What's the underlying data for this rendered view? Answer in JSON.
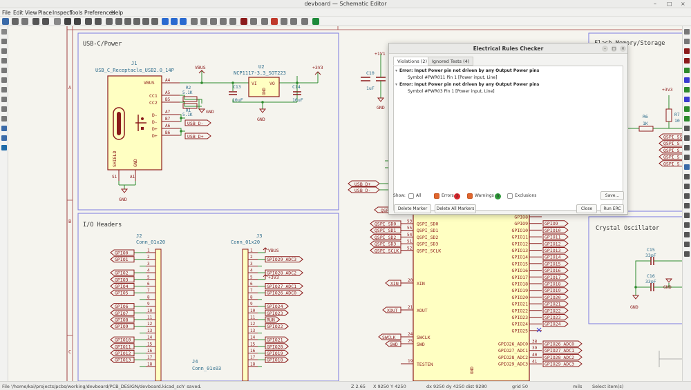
{
  "window": {
    "title": "devboard — Schematic Editor",
    "controls": [
      "–",
      "□",
      "×"
    ]
  },
  "menu": [
    "File",
    "Edit",
    "View",
    "Place",
    "Inspect",
    "Tools",
    "Preferences",
    "Help"
  ],
  "sheet": {
    "row_letters": [
      "A",
      "B",
      "C"
    ],
    "sections": {
      "usb": "USB-C/Power",
      "io": "I/O Headers",
      "flash": "Flash Memory/Storage",
      "crystal": "Crystal Oscillator"
    },
    "j1": {
      "ref": "J1",
      "value": "USB_C_Receptacle_USB2.0_14P",
      "pins_left": [
        "VBUS",
        "CC1",
        "CC2",
        "D-",
        "D-",
        "D+",
        "D+"
      ],
      "pin_numbers": [
        "A4",
        "A5",
        "B5",
        "A7",
        "B7",
        "A6",
        "B6"
      ],
      "shield": "SHIELD",
      "gnd": "GND",
      "s1": "S1",
      "a1": "A1"
    },
    "u2": {
      "ref": "U2",
      "value": "NCP1117-3.3_SOT223",
      "vi": "VI",
      "vo": "VO",
      "gnd": "GND"
    },
    "passives": {
      "r2_ref": "R2",
      "r2_val": "5.1K",
      "r1_ref": "R1",
      "r1_val": "5.1K",
      "c13_ref": "C13",
      "c13_val": "10uF",
      "c14_ref": "C14",
      "c14_val": "10uF",
      "c10_ref": "C10",
      "c10_val": "1uF",
      "r6_ref": "R6",
      "r6_val": "1K",
      "r7_ref": "R7",
      "r7_val": "10",
      "c15_ref": "C15",
      "c15_val": "33pF",
      "c16_ref": "C16",
      "c16_val": "33pF"
    },
    "power": {
      "vbus": "VBUS",
      "v33": "+3V3",
      "v11": "+1V1",
      "gnd": "GND"
    },
    "usb_labels": [
      "USB_D-",
      "USB_D+"
    ],
    "j2": {
      "ref": "J2",
      "value": "Conn_01x20",
      "labels": [
        "GPIO0",
        "GPIO1",
        "",
        "GPIO2",
        "GPIO3",
        "GPIO4",
        "GPIO5",
        "",
        "GPIO6",
        "GPIO7",
        "GPIO8",
        "GPIO9",
        "",
        "GPIO10",
        "GPIO11",
        "GPIO12",
        "GPIO13",
        ""
      ],
      "pins": [
        "1",
        "2",
        "3",
        "4",
        "5",
        "6",
        "7",
        "8",
        "9",
        "10",
        "11",
        "12",
        "13",
        "14",
        "15",
        "16",
        "17",
        "18"
      ]
    },
    "j3": {
      "ref": "J3",
      "value": "Conn_01x20",
      "labels": [
        "VBUS",
        "GPIO29_ADC3",
        "",
        "GPIO28_ADC2",
        "+3V3",
        "GPIO27_ADC1",
        "GPIO26_ADC0",
        "",
        "GPIO24",
        "GPIO23",
        "RUN",
        "GPIO22",
        "",
        "GPIO21",
        "GPIO20",
        "GPIO19",
        "GPIO18",
        ""
      ],
      "pins": [
        "1",
        "2",
        "3",
        "4",
        "5",
        "6",
        "7",
        "8",
        "9",
        "10",
        "11",
        "12",
        "13",
        "14",
        "15",
        "16",
        "17",
        "18"
      ]
    },
    "j4": {
      "ref": "J4",
      "value": "Conn_01x03"
    },
    "mcu": {
      "qspi_pins": [
        "53",
        "55",
        "54",
        "51",
        "52"
      ],
      "qspi_names": [
        "QSPI_SD0",
        "QSPI_SD1",
        "QSPI_SD2",
        "QSPI_SD3",
        "QSPI_SCLK"
      ],
      "qspi_labels": [
        "QSPI_SD0",
        "QSPI_SD1",
        "QSPI_SD2",
        "QSPI_SD3",
        "QSPI_SCLK"
      ],
      "xin_pin": "20",
      "xin": "XIN",
      "xout_pin": "21",
      "xout": "XOUT",
      "swclk_pin": "24",
      "swclk": "SWCLK",
      "swd_pin": "25",
      "swd": "SWD",
      "testen_pin": "19",
      "testen": "TESTEN",
      "gnd": "GND",
      "gpio_right": [
        "GPIO8",
        "GPIO9",
        "GPIO10",
        "GPIO11",
        "GPIO12",
        "GPIO13",
        "GPIO14",
        "GPIO15",
        "GPIO16",
        "GPIO17",
        "GPIO18",
        "GPIO19",
        "GPIO20",
        "GPIO21",
        "GPIO22",
        "GPIO23",
        "GPIO24",
        "GPIO25"
      ],
      "gpio_labels": [
        "GPIO9",
        "GPIO10",
        "GPIO11",
        "GPIO12",
        "GPIO13",
        "GPIO14",
        "GPIO15",
        "GPIO16",
        "GPIO17",
        "GPIO18",
        "GPIO19",
        "GPIO20",
        "GPIO21",
        "GPIO22",
        "GPIO23",
        "GPIO24"
      ],
      "adc_pins": [
        "38",
        "39",
        "40",
        "41"
      ],
      "adc_names": [
        "GPIO26_ADC0",
        "GPIO27_ADC1",
        "GPIO28_ADC2",
        "GPIO29_ADC3"
      ],
      "adc_labels": [
        "GPIO26_ADC0",
        "GPIO27_ADC1",
        "GPIO28_ADC2",
        "GPIO29_ADC3"
      ],
      "qspi_ss": "QSPI_SS"
    },
    "flash_labels": [
      "QSPI_SS",
      "QSPI_S",
      "QSPI_S",
      "QSPI_S",
      "QSPI_S"
    ]
  },
  "erc": {
    "title": "Electrical Rules Checker",
    "tabs": [
      "Violations (2)",
      "Ignored Tests (4)"
    ],
    "violations": [
      {
        "error": "Error: Input Power pin not driven by any Output Power pins",
        "detail": "Symbol #PWR011 Pin 1 [Power input, Line]"
      },
      {
        "error": "Error: Input Power pin not driven by any Output Power pins",
        "detail": "Symbol #PWR03 Pin 1 [Power input, Line]"
      }
    ],
    "show_label": "Show:",
    "filters": {
      "all": "All",
      "errors": "Errors",
      "errors_count": "2",
      "warnings": "Warnings",
      "warnings_count": "0",
      "exclusions": "Exclusions"
    },
    "buttons": {
      "save": "Save...",
      "delete_marker": "Delete Marker",
      "delete_all": "Delete All Markers",
      "close": "Close",
      "run": "Run ERC"
    }
  },
  "status": {
    "file": "File '/home/kai/projects/pcbs/working/devboard/PCB_DESIGN/devboard.kicad_sch' saved.",
    "zoom": "Z 2.65",
    "xy": "X 9250  Y 4250",
    "dxy": "dx 9250  dy 4250  dist 9280",
    "grid": "grid 50",
    "units": "mils",
    "mode": "Select item(s)"
  },
  "colors": {
    "wire": "#2c8a2c",
    "symbol": "#8b1a1a",
    "symbol_fill": "#ffffc2",
    "sheet_border": "#7a7ae0",
    "frame": "#a04040",
    "accent": "#e0662e"
  }
}
